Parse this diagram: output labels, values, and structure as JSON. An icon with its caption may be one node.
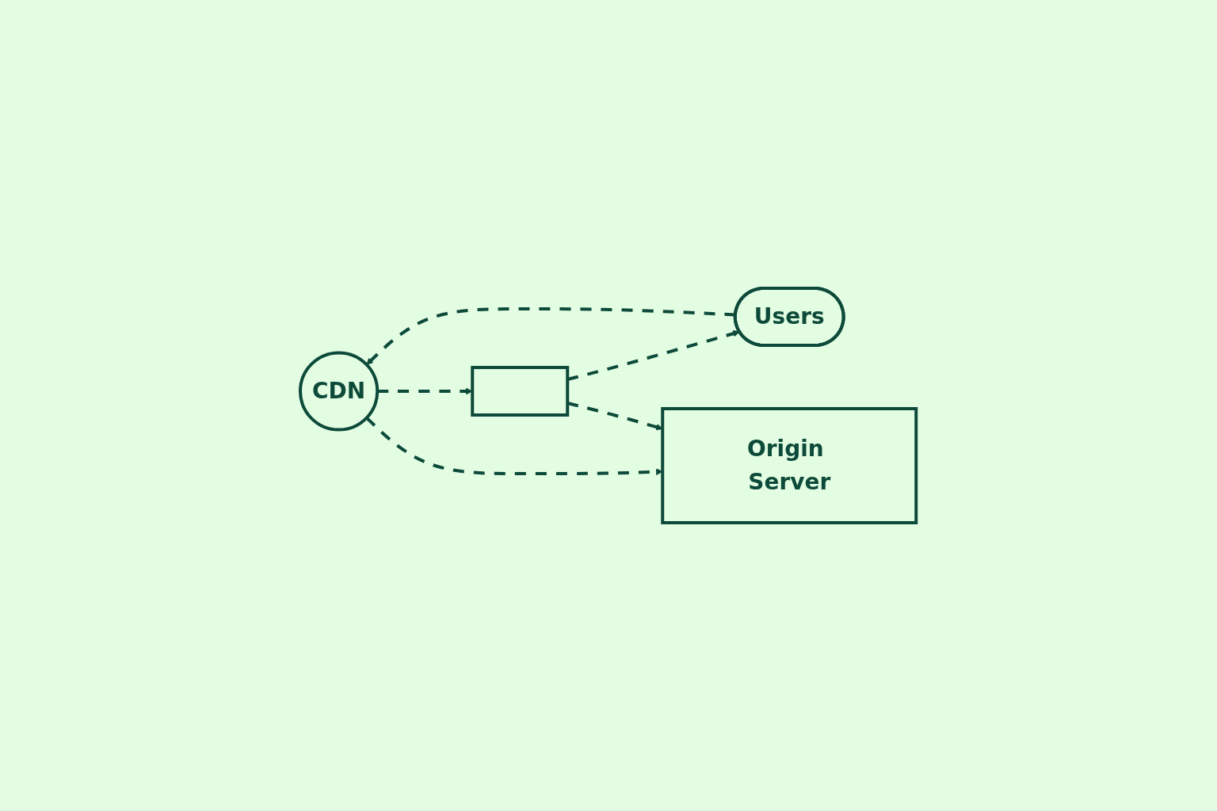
{
  "diagram": {
    "nodes": [
      {
        "text": [
          "CDN"
        ]
      },
      {
        "text": [
          "Users"
        ]
      },
      {
        "text": [],
        "shape": "box"
      },
      {
        "text": [
          "Origin Server"
        ]
      }
    ],
    "edges": [
      {
        "from": 1,
        "to": 0,
        "arrow": "to",
        "style": "dashed"
      },
      {
        "from": 0,
        "to": 2,
        "arrow": "to",
        "style": "dashed"
      },
      {
        "from": 0,
        "to": 3,
        "arrow": "to",
        "style": "dashed"
      },
      {
        "from": 2,
        "to": 1,
        "arrow": "to",
        "style": "dashed"
      },
      {
        "from": 2,
        "to": 3,
        "arrow": "to",
        "style": "dashed"
      }
    ]
  }
}
